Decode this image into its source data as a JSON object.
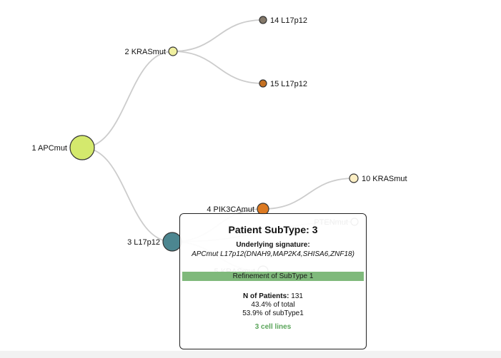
{
  "tree": {
    "nodes": [
      {
        "id": "1",
        "label": "1 APCmut",
        "color": "#d4e96d"
      },
      {
        "id": "2",
        "label": "2 KRASmut",
        "color": "#f0f0a0"
      },
      {
        "id": "14",
        "label": "14 L17p12",
        "color": "#85796a"
      },
      {
        "id": "15",
        "label": "15 L17p12",
        "color": "#c57021"
      },
      {
        "id": "3",
        "label": "3 L17p12",
        "color": "#4c8690"
      },
      {
        "id": "4",
        "label": "4 PIK3CAmut",
        "color": "#dc7a22"
      },
      {
        "id": "10",
        "label": "10 KRASmut",
        "color": "#fdefc4"
      },
      {
        "id": "PTEN",
        "label": "PTENmut",
        "color": "#f5f5f5"
      },
      {
        "id": "5",
        "label": "5 KRASmut",
        "color": "#f5f5f5"
      }
    ],
    "edges": [
      [
        "1",
        "2"
      ],
      [
        "2",
        "14"
      ],
      [
        "2",
        "15"
      ],
      [
        "1",
        "3"
      ],
      [
        "3",
        "4"
      ],
      [
        "4",
        "10"
      ],
      [
        "3",
        "PTEN"
      ],
      [
        "3",
        "5"
      ]
    ]
  },
  "tooltip": {
    "title": "Patient SubType: 3",
    "signature_label": "Underlying signature:",
    "signature": "APCmut L17p12(DNAH9,MAP2K4,SHISA6,ZNF18)",
    "refinement": "Refinement of SubType 1",
    "n_patients_label": "N of Patients:",
    "n_patients": "131",
    "pct_total": "43.4% of total",
    "pct_subtype": "53.9% of subType1",
    "cell_lines": "3 cell lines"
  }
}
